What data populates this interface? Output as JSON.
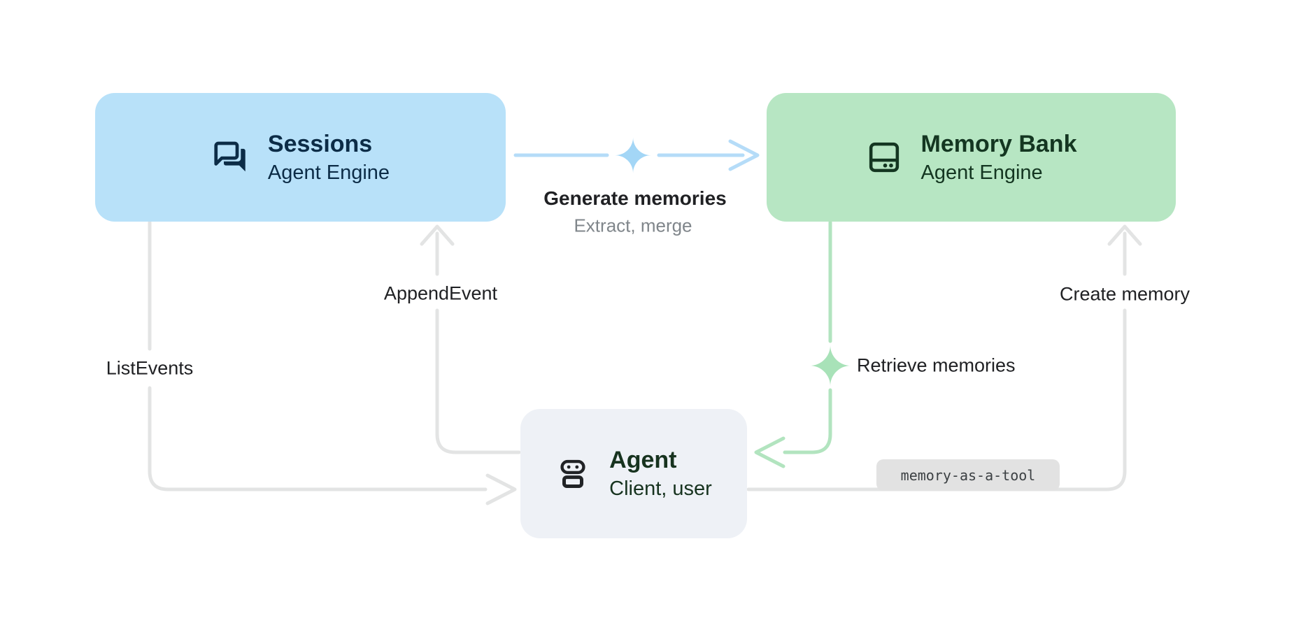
{
  "background": "#ffffff",
  "nodes": {
    "sessions": {
      "title": "Sessions",
      "subtitle": "Agent Engine",
      "icon": "chat-forum-icon",
      "bg": "#b8e1f9",
      "fg": "#0c2c47"
    },
    "memory_bank": {
      "title": "Memory Bank",
      "subtitle": "Agent Engine",
      "icon": "memory-storage-icon",
      "bg": "#b7e6c3",
      "fg": "#143621"
    },
    "agent": {
      "title": "Agent",
      "subtitle": "Client, user",
      "icon": "robot-icon",
      "bg": "#eef1f6",
      "fg": "#17331f",
      "icon_color": "#212326"
    }
  },
  "edges": {
    "generate_memories": {
      "label": "Generate memories",
      "sublabel": "Extract, merge",
      "from": "sessions",
      "to": "memory_bank",
      "color": "#b5dcf8",
      "sparkle_color": "#a3d6f6"
    },
    "append_event": {
      "label": "AppendEvent",
      "from": "agent",
      "to": "sessions",
      "color": "#e3e4e4"
    },
    "list_events": {
      "label": "ListEvents",
      "from": "sessions",
      "to": "agent",
      "color": "#e3e4e4"
    },
    "retrieve_memories": {
      "label": "Retrieve memories",
      "from": "memory_bank",
      "to": "agent",
      "color": "#b2e4bf",
      "sparkle_color": "#a8e2b8"
    },
    "create_memory": {
      "label": "Create memory",
      "badge": "memory-as-a-tool",
      "from": "agent",
      "to": "memory_bank",
      "color": "#e3e4e4"
    }
  },
  "text_colors": {
    "edge_label": "#202124",
    "edge_sublabel": "#80868b",
    "badge_text": "#3c4043",
    "badge_bg": "#e2e2e2"
  }
}
